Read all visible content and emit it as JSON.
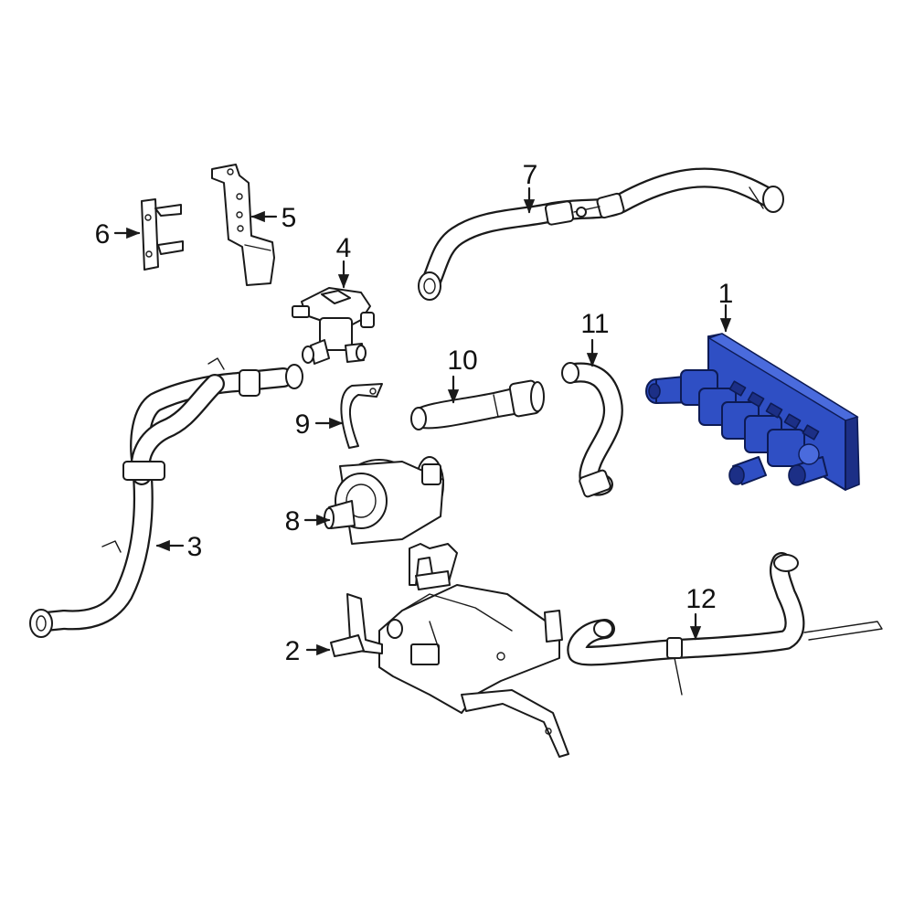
{
  "diagram": {
    "callouts": [
      {
        "id": "1",
        "label": "1"
      },
      {
        "id": "2",
        "label": "2"
      },
      {
        "id": "3",
        "label": "3"
      },
      {
        "id": "4",
        "label": "4"
      },
      {
        "id": "5",
        "label": "5"
      },
      {
        "id": "6",
        "label": "6"
      },
      {
        "id": "7",
        "label": "7"
      },
      {
        "id": "8",
        "label": "8"
      },
      {
        "id": "9",
        "label": "9"
      },
      {
        "id": "10",
        "label": "10"
      },
      {
        "id": "11",
        "label": "11"
      },
      {
        "id": "12",
        "label": "12"
      }
    ],
    "highlight_color": "#2f4fc4",
    "highlighted_part": "1"
  }
}
